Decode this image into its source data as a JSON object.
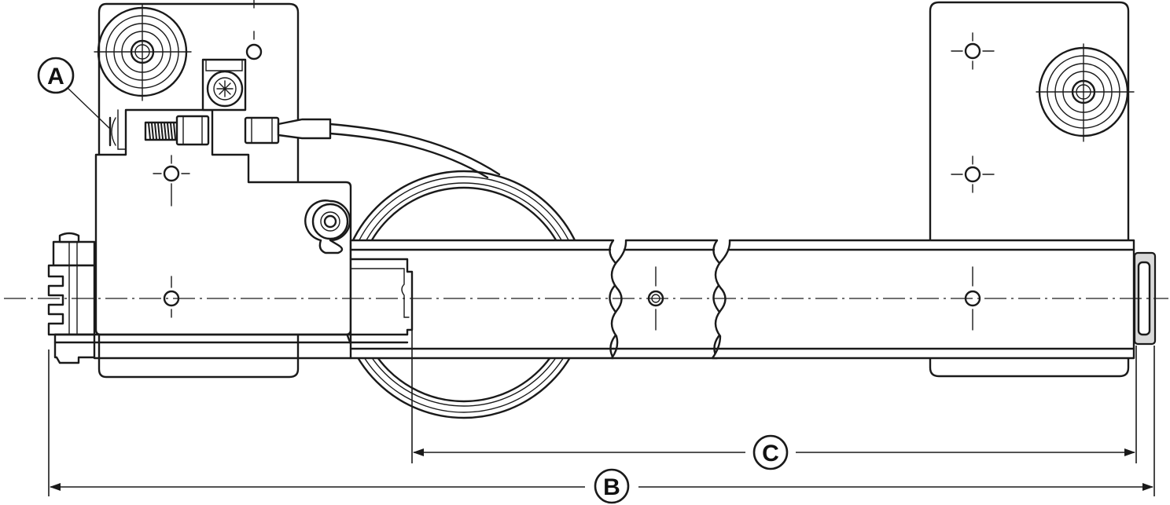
{
  "callouts": {
    "a": "A",
    "b": "B",
    "c": "C"
  },
  "colors": {
    "line": "#1a1a1a",
    "background": "#ffffff",
    "hatch": "#d9d9d9"
  }
}
